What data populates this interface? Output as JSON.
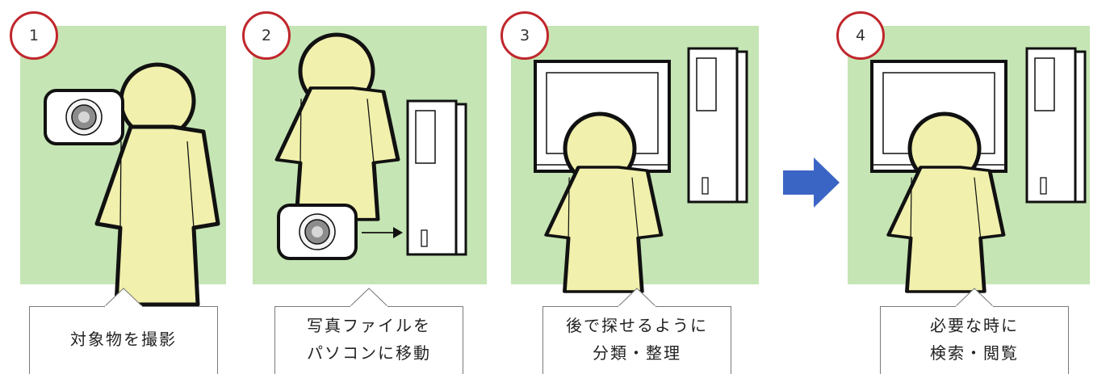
{
  "steps": [
    {
      "number": "1",
      "caption": [
        "対象物を撮影"
      ]
    },
    {
      "number": "2",
      "caption": [
        "写真ファイルを",
        "パソコンに移動"
      ]
    },
    {
      "number": "3",
      "caption": [
        "後で探せるように",
        "分類・整理"
      ]
    },
    {
      "number": "4",
      "caption": [
        "必要な時に",
        "検索・閲覧"
      ]
    }
  ],
  "colors": {
    "panel": "#c5e5b4",
    "person_fill": "#f1f0ac",
    "badge_border": "#c0262c",
    "arrow": "#3b65c4"
  },
  "icons": [
    "person-icon",
    "camera-icon",
    "pc-tower-icon",
    "monitor-icon",
    "arrow-right-icon"
  ]
}
